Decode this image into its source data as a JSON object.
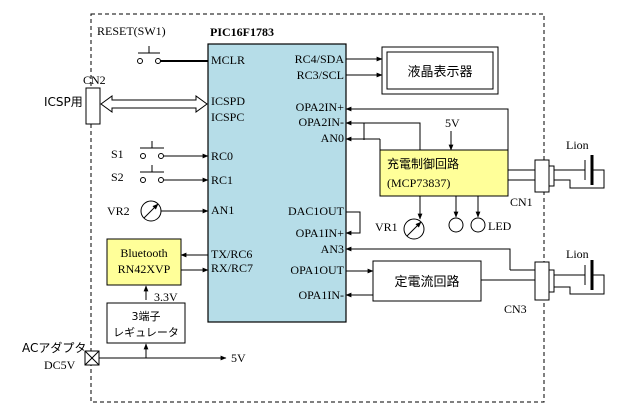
{
  "colors": {
    "mcu_fill": "#b6dde8",
    "module_fill": "#ffff99",
    "line": "#000000"
  },
  "mcu": {
    "name": "PIC16F1783",
    "pins_left": [
      "MCLR",
      "ICSPD",
      "ICSPC",
      "RC0",
      "RC1",
      "AN1",
      "TX/RC6",
      "RX/RC7"
    ],
    "pins_right": [
      "RC4/SDA",
      "RC3/SCL",
      "OPA2IN+",
      "OPA2IN-",
      "AN0",
      "DAC1OUT",
      "OPA1IN+",
      "AN3",
      "OPA1OUT",
      "OPA1IN-"
    ]
  },
  "labels": {
    "reset": "RESET(SW1)",
    "cn2": "CN2",
    "icsp": "ICSP用",
    "s1": "S1",
    "s2": "S2",
    "vr2": "VR2",
    "vr1": "VR1",
    "led": "LED",
    "v5_top": "5V",
    "v5_bottom": "5V",
    "v33": "3.3V",
    "cn1": "CN1",
    "cn3": "CN3",
    "lion1": "Lion",
    "lion2": "Lion",
    "ac_line1": "ACアダプタ",
    "ac_line2": "DC5V"
  },
  "blocks": {
    "lcd": "液晶表示器",
    "charger_line1": "充電制御回路",
    "charger_line2": "(MCP73837)",
    "bluetooth_line1": "Bluetooth",
    "bluetooth_line2": "RN42XVP",
    "regulator_line1": "3端子",
    "regulator_line2": "レギュレータ",
    "constant_current": "定電流回路"
  }
}
